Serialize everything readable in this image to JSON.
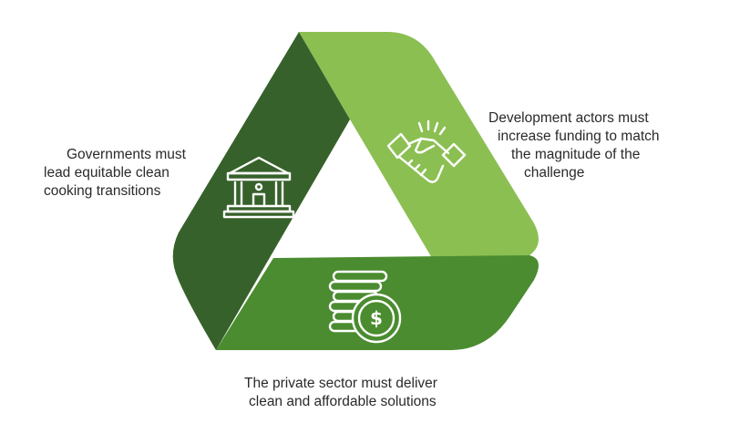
{
  "colors": {
    "dark_green": "#37612b",
    "mid_green": "#4a8c2f",
    "light_green": "#8bbf52",
    "icon": "#ffffff",
    "text": "#2a2a2a"
  },
  "segments": [
    {
      "name": "governments",
      "icon": "government-building-icon",
      "color": "#37612b"
    },
    {
      "name": "development-actors",
      "icon": "handshake-icon",
      "color": "#8bbf52"
    },
    {
      "name": "private-sector",
      "icon": "coin-stack-dollar-icon",
      "color": "#4a8c2f"
    }
  ],
  "captions": {
    "governments": [
      "Governments must",
      "lead equitable clean",
      "cooking transitions"
    ],
    "development_actors": [
      "Development actors must",
      "increase funding to match",
      "the magnitude of the",
      "challenge"
    ],
    "private_sector": [
      "The private sector must deliver",
      "clean and affordable solutions"
    ]
  }
}
